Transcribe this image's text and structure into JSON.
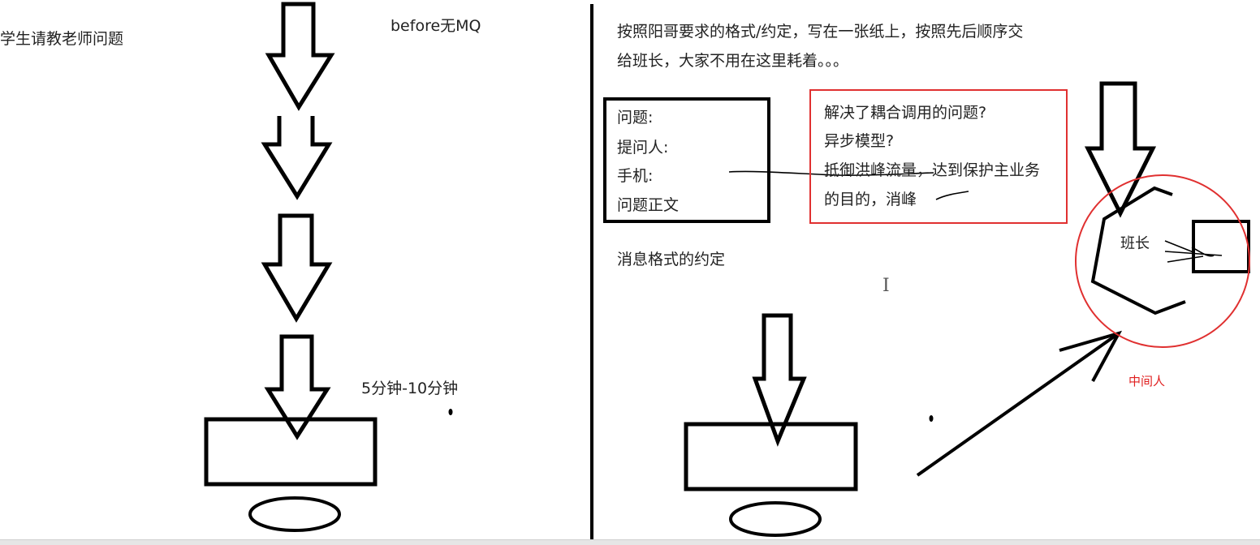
{
  "left_panel": {
    "title": "学生请教老师问题",
    "label_before": "before无MQ",
    "label_time": "5分钟-10分钟"
  },
  "right_panel": {
    "intro_line1": "按照阳哥要求的格式/约定，写在一张纸上，按照先后顺序交",
    "intro_line2": "给班长，大家不用在这里耗着。。。",
    "form_lines": [
      "问题:",
      "提问人:",
      "手机:",
      "问题正文"
    ],
    "format_label": "消息格式的约定",
    "benefits": [
      "解决了耦合调用的问题?",
      "异步模型?",
      "抵御洪峰流量，达到保护主业务",
      "的目的，消峰"
    ],
    "monitor_label": "班长",
    "middleman_label": "中间人"
  },
  "colors": {
    "ink": "#000000",
    "highlight_red": "#e03030"
  }
}
